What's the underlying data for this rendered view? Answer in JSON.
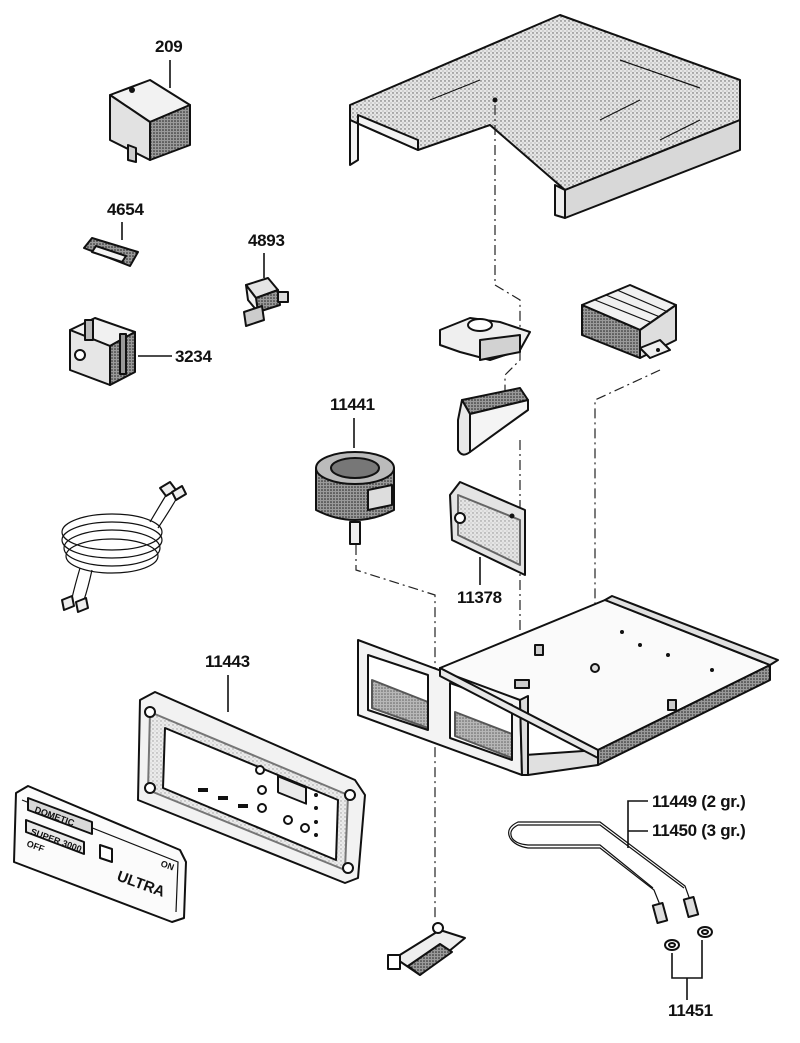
{
  "diagram": {
    "labels": {
      "p209": "209",
      "p4654": "4654",
      "p4893": "4893",
      "p3234": "3234",
      "p11441": "11441",
      "p11378": "11378",
      "p11443": "11443",
      "p11449": "11449 (2 gr.)",
      "p11450": "11450 (3 gr.)",
      "p11451": "11451"
    },
    "faceplate": {
      "brand": "DOMETIC",
      "model": "SUPER 3000",
      "name": "ULTRA",
      "off_label": "OFF",
      "on_label": "ON"
    }
  }
}
